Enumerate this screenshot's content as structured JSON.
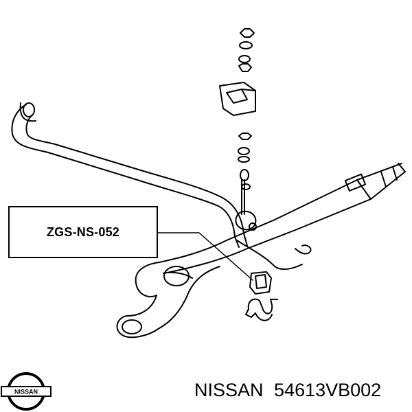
{
  "callout": {
    "part_number": "ZGS-NS-052"
  },
  "caption": {
    "brand": "NISSAN",
    "oem_number": "54613VB002"
  },
  "logo": {
    "text": "NISSAN"
  }
}
